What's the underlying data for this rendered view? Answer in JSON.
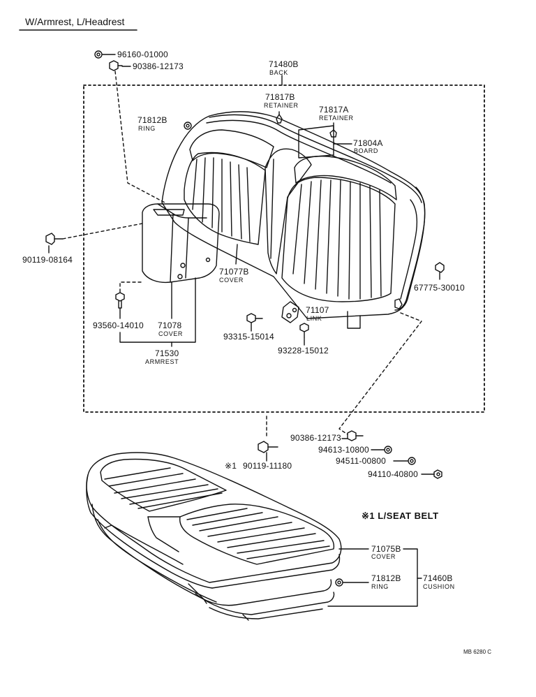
{
  "header": {
    "title": "W/Armrest, L/Headrest"
  },
  "parts": {
    "p96160": "96160-01000",
    "p90386a": "90386-12173",
    "p71480b": "71480B",
    "back": "BACK",
    "p71817b": "71817B",
    "retainer1": "RETAINER",
    "p71817a": "71817A",
    "retainer2": "RETAINER",
    "p71812b_top": "71812B",
    "ring_top": "RING",
    "p71804a": "71804A",
    "board": "BOARD",
    "p90119a": "90119-08164",
    "p71077b": "71077B",
    "cover_back": "COVER",
    "p67775": "67775-30010",
    "p71107": "71107",
    "link": "LINK",
    "p93560": "93560-14010",
    "p71078": "71078",
    "cover_arm": "COVER",
    "p93315": "93315-15014",
    "p93228": "93228-15012",
    "p71530": "71530",
    "armrest": "ARMREST",
    "p90386b": "90386-12173",
    "p94613": "94613-10800",
    "mark1": "※1",
    "p90119b": "90119-11180",
    "p94511": "94511-00800",
    "p94110": "94110-40800",
    "seatbelt_note": "※1 L/SEAT BELT",
    "p71075b": "71075B",
    "cover_cushion": "COVER",
    "p71812b_bot": "71812B",
    "ring_bot": "RING",
    "p71460b": "71460B",
    "cushion": "CUSHION"
  },
  "footer": {
    "code": "MB 6280 C"
  }
}
